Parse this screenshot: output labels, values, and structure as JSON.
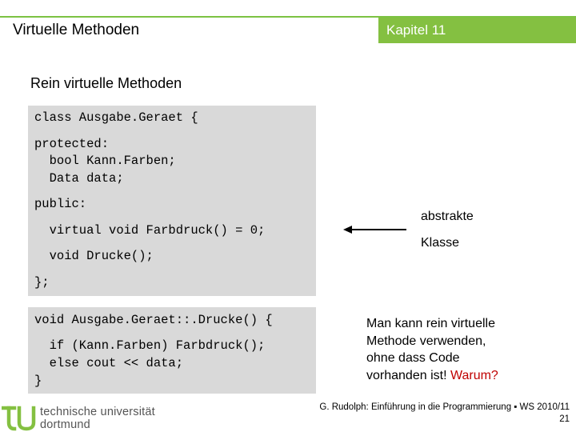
{
  "header": {
    "title": "Virtuelle Methoden",
    "chapter": "Kapitel 11"
  },
  "subtitle": "Rein virtuelle Methoden",
  "code_block_1": [
    "class Ausgabe.Geraet {",
    "protected:",
    "  bool Kann.Farben;",
    "  Data data;",
    "public:",
    "  virtual void Farbdruck() = 0;",
    "  void Drucke();",
    "};"
  ],
  "code_block_2": [
    "void Ausgabe.Geraet::.Drucke() {",
    "  if (Kann.Farben) Farbdruck();",
    "  else cout << data;",
    "}"
  ],
  "annotation": {
    "line1": "abstrakte",
    "line2": "Klasse"
  },
  "explanation": {
    "line1": "Man kann rein virtuelle",
    "line2": "Methode verwenden,",
    "line3": "ohne dass Code",
    "line4": "vorhanden ist! ",
    "highlight": "Warum?",
    "highlight_color": "#c00000"
  },
  "logo": {
    "line1": "technische universität",
    "line2": "dortmund"
  },
  "footer": {
    "credit": "G. Rudolph: Einführung in die Programmierung ▪ WS 2010/11",
    "page": "21"
  },
  "colors": {
    "accent": "#84c041",
    "code_bg": "#d9d9d9"
  }
}
